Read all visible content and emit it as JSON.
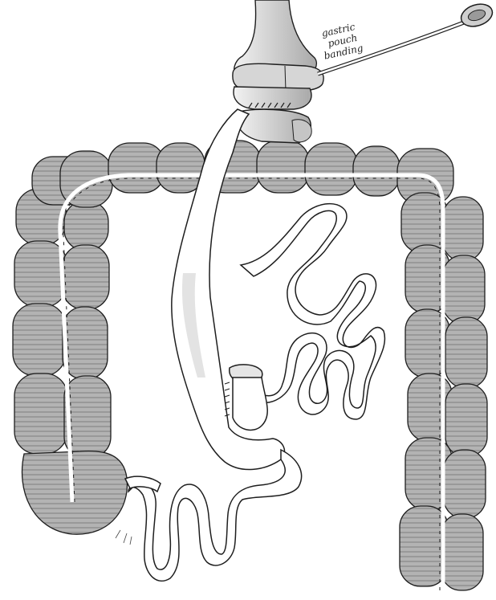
{
  "annotation": {
    "lines": [
      "gastric",
      "pouch",
      "banding"
    ]
  },
  "colors": {
    "ink": "#1e1e1e",
    "colon_fill": "#a8a8a8",
    "colon_shade": "#7c7c7c",
    "pouch_fill": "#d0d0d0",
    "limb_fill": "#ffffff",
    "paper": "#ffffff"
  }
}
